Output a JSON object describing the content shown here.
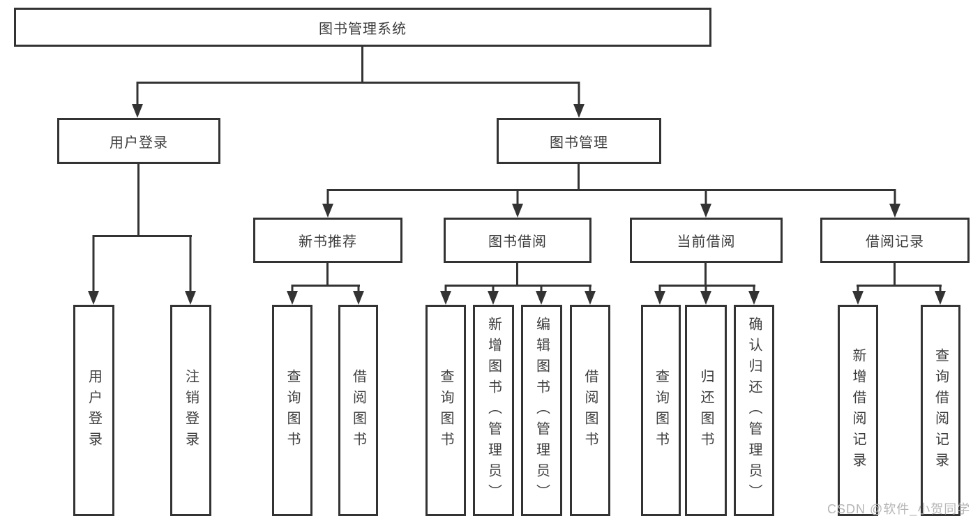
{
  "tree": {
    "label": "图书管理系统",
    "children": [
      {
        "label": "用户登录",
        "children": [
          {
            "label": "用户登录"
          },
          {
            "label": "注销登录"
          }
        ]
      },
      {
        "label": "图书管理",
        "children": [
          {
            "label": "新书推荐",
            "children": [
              {
                "label": "查询图书"
              },
              {
                "label": "借阅图书"
              }
            ]
          },
          {
            "label": "图书借阅",
            "children": [
              {
                "label": "查询图书"
              },
              {
                "label": "新增图书（管理员）"
              },
              {
                "label": "编辑图书（管理员）"
              },
              {
                "label": "借阅图书"
              }
            ]
          },
          {
            "label": "当前借阅",
            "children": [
              {
                "label": "查询图书"
              },
              {
                "label": "归还图书"
              },
              {
                "label": "确认归还（管理员）"
              }
            ]
          },
          {
            "label": "借阅记录",
            "children": [
              {
                "label": "新增借阅记录"
              },
              {
                "label": "查询借阅记录"
              }
            ]
          }
        ]
      }
    ]
  },
  "watermark": "CSDN @软件_小贺同学",
  "colors": {
    "line": "#333333",
    "text": "#3d3d3d",
    "watermark": "#b5b5b5",
    "background": "#ffffff"
  }
}
